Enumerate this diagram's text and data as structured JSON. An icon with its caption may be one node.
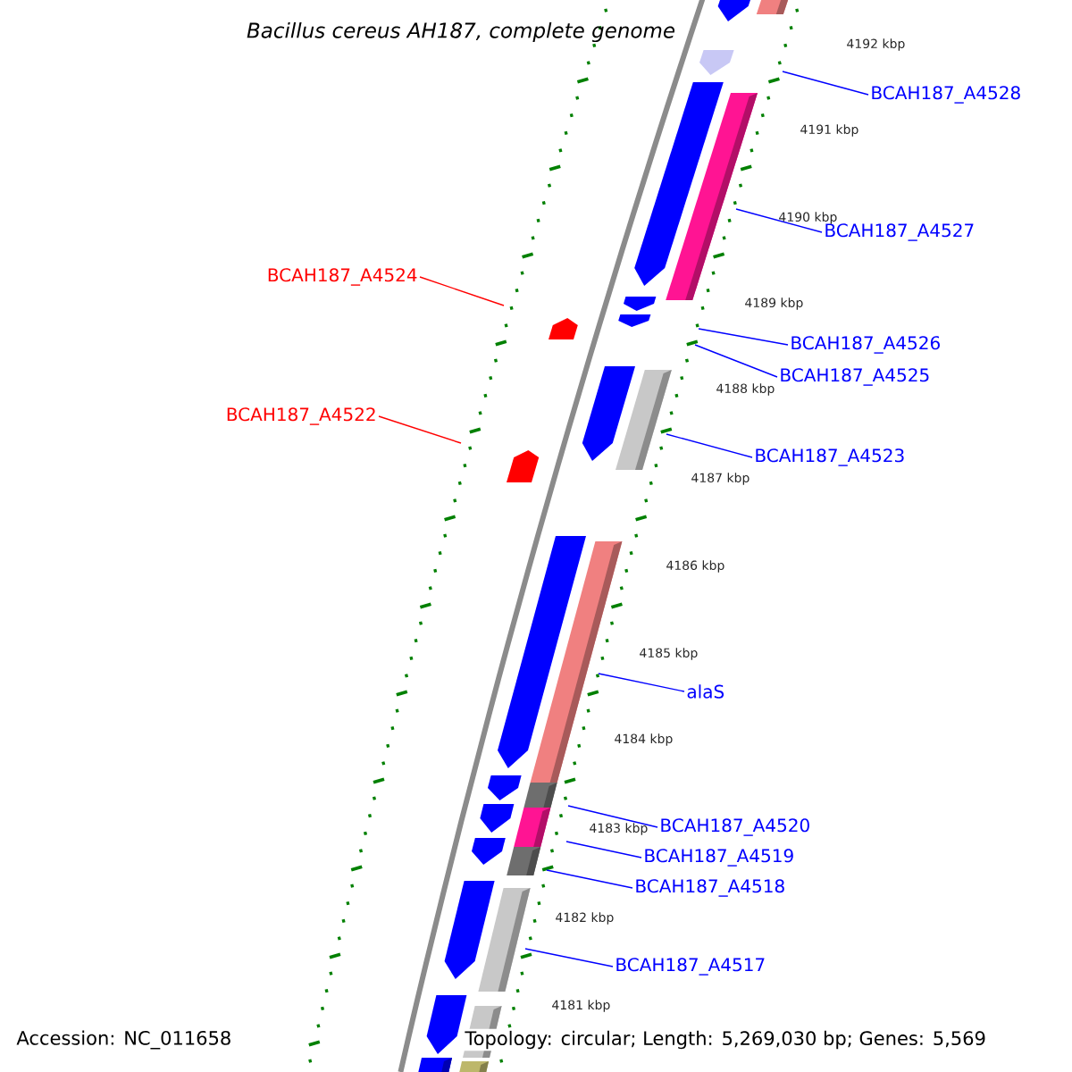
{
  "diagram": {
    "title": "Bacillus cereus AH187, complete genome",
    "nodes": [
      {
        "text": [
          "BCAH187_A4528"
        ]
      },
      {
        "text": [
          "BCAH187_A4527"
        ]
      },
      {
        "text": [
          "BCAH187_A4524"
        ]
      },
      {
        "text": [
          "BCAH187_A4526"
        ]
      },
      {
        "text": [
          "BCAH187_A4525"
        ]
      },
      {
        "text": [
          "BCAH187_A4522"
        ]
      },
      {
        "text": [
          "BCAH187_A4523"
        ]
      },
      {
        "text": [
          "alaS"
        ]
      },
      {
        "text": [
          "BCAH187_A4520"
        ]
      },
      {
        "text": [
          "BCAH187_A4519"
        ]
      },
      {
        "text": [
          "BCAH187_A4518"
        ]
      },
      {
        "text": [
          "BCAH187_A4517"
        ]
      }
    ],
    "edges": [
      {
        "from": 0,
        "to": null,
        "arrow": "none"
      },
      {
        "from": 1,
        "to": null,
        "arrow": "none"
      },
      {
        "from": 2,
        "to": null,
        "arrow": "none",
        "color": "#ff0000"
      },
      {
        "from": 3,
        "to": null,
        "arrow": "none"
      },
      {
        "from": 4,
        "to": null,
        "arrow": "none"
      },
      {
        "from": 5,
        "to": null,
        "arrow": "none",
        "color": "#ff0000"
      },
      {
        "from": 6,
        "to": null,
        "arrow": "none"
      },
      {
        "from": 7,
        "to": null,
        "arrow": "none"
      },
      {
        "from": 8,
        "to": null,
        "arrow": "none"
      },
      {
        "from": 9,
        "to": null,
        "arrow": "none"
      },
      {
        "from": 10,
        "to": null,
        "arrow": "none"
      },
      {
        "from": 11,
        "to": null,
        "arrow": "none"
      }
    ],
    "labels": [
      "4192 kbp",
      "4191 kbp",
      "4190 kbp",
      "4189 kbp",
      "4188 kbp",
      "4187 kbp",
      "4186 kbp",
      "4185 kbp",
      "4184 kbp",
      "4183 kbp",
      "4182 kbp",
      "4181 kbp",
      "Accession: NC_011658",
      "Topology: circular; Length: 5,269,030 bp; Genes: 5,569"
    ]
  }
}
